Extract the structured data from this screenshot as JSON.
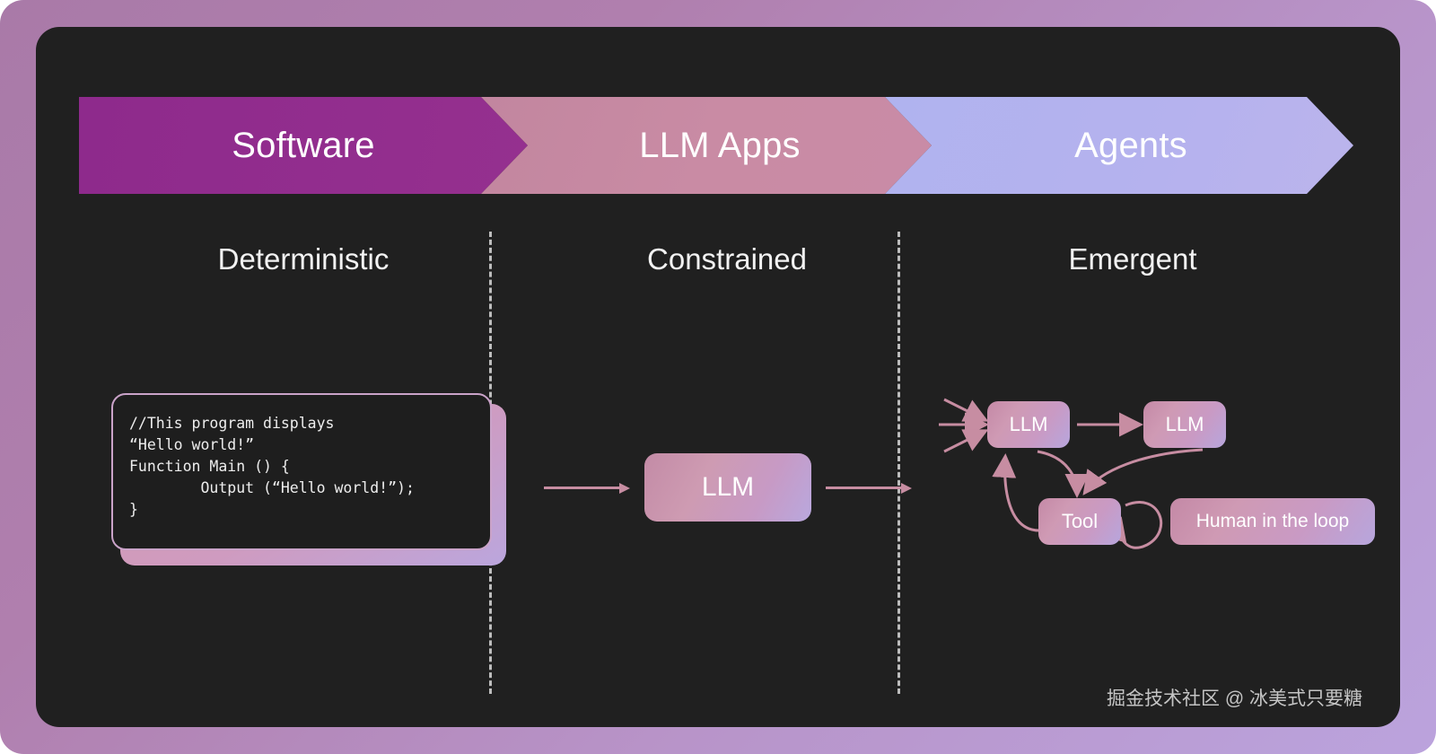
{
  "frame": {
    "background_gradient": [
      "#a97aa8",
      "#bba3dd"
    ],
    "canvas_color": "#202020"
  },
  "banner": {
    "segments": [
      {
        "label": "Software",
        "color": "#8e2a8c",
        "text_color": "#ffffff"
      },
      {
        "label": "LLM Apps",
        "color": "#c98ba4",
        "text_color": "#ffffff"
      },
      {
        "label": "Agents",
        "color": "#b4b2ee",
        "text_color": "#ffffff"
      }
    ]
  },
  "columns": [
    {
      "heading": "Deterministic"
    },
    {
      "heading": "Constrained"
    },
    {
      "heading": "Emergent"
    }
  ],
  "code_card": {
    "code": "//This program displays\n“Hello world!”\nFunction Main () {\n        Output (“Hello world!”);\n}",
    "border_color": "#caa3c9",
    "background": "#1e1e1e"
  },
  "llm_apps": {
    "node_label": "LLM",
    "arrow_color": "#c78da2",
    "incoming_arrow": "arrow-right",
    "outgoing_arrow": "arrow-right"
  },
  "agents": {
    "nodes": [
      {
        "id": "llm-1",
        "label": "LLM"
      },
      {
        "id": "llm-2",
        "label": "LLM"
      },
      {
        "id": "tool",
        "label": "Tool"
      },
      {
        "id": "human",
        "label": "Human in the loop"
      }
    ],
    "edges": [
      {
        "from": "input-1",
        "to": "llm-1",
        "style": "straight-arrow"
      },
      {
        "from": "input-2",
        "to": "llm-1",
        "style": "straight-arrow"
      },
      {
        "from": "input-3",
        "to": "llm-1",
        "style": "straight-arrow"
      },
      {
        "from": "llm-1",
        "to": "llm-2",
        "style": "straight-arrow"
      },
      {
        "from": "llm-1",
        "to": "tool",
        "style": "curved-arrow"
      },
      {
        "from": "llm-2",
        "to": "tool",
        "style": "curved-arrow"
      },
      {
        "from": "tool",
        "to": "llm-1",
        "style": "curved-arrow"
      },
      {
        "from": "tool",
        "to": "tool",
        "style": "self-loop-arrow"
      }
    ],
    "node_gradient": [
      "#c489a6",
      "#b7a6dd"
    ],
    "arrow_color": "#c78da2"
  },
  "watermark": {
    "text": "掘金技术社区 @ 冰美式只要糖"
  }
}
